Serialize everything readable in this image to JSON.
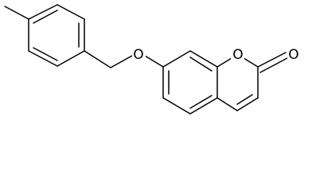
{
  "atoms": {
    "ether_oxygen": "O",
    "ring_oxygen": "O",
    "carbonyl_oxygen": "O"
  },
  "colors": {
    "bond": "#000000",
    "label": "#000000",
    "background": "#ffffff"
  }
}
